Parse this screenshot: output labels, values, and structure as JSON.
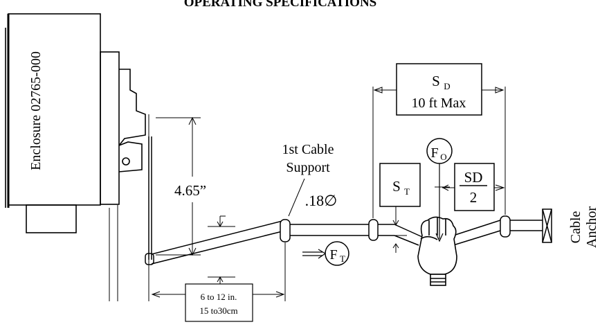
{
  "title": "OPERATING SPECIFICATIONS",
  "labels": {
    "enclosure": "Enclosure 02765-000",
    "height": "4.65”",
    "first_support_line1": "1st Cable",
    "first_support_line2": "Support",
    "diameter": ".18∅",
    "span_line1": "6 to 12 in.",
    "span_line2": "15 to30cm",
    "sd_main": "S",
    "sd_sub": "D",
    "sd_max": "10 ft Max",
    "st_main": "S",
    "st_sub": "T",
    "fo_main": "F",
    "fo_sub": "O",
    "ft_main": "F",
    "ft_sub": "T",
    "half_num": "SD",
    "half_den": "2",
    "anchor_line1": "Cable",
    "anchor_line2": "Anchor"
  },
  "icons": [
    "hand-icon",
    "cable-anchor-icon",
    "arrow-icon"
  ]
}
